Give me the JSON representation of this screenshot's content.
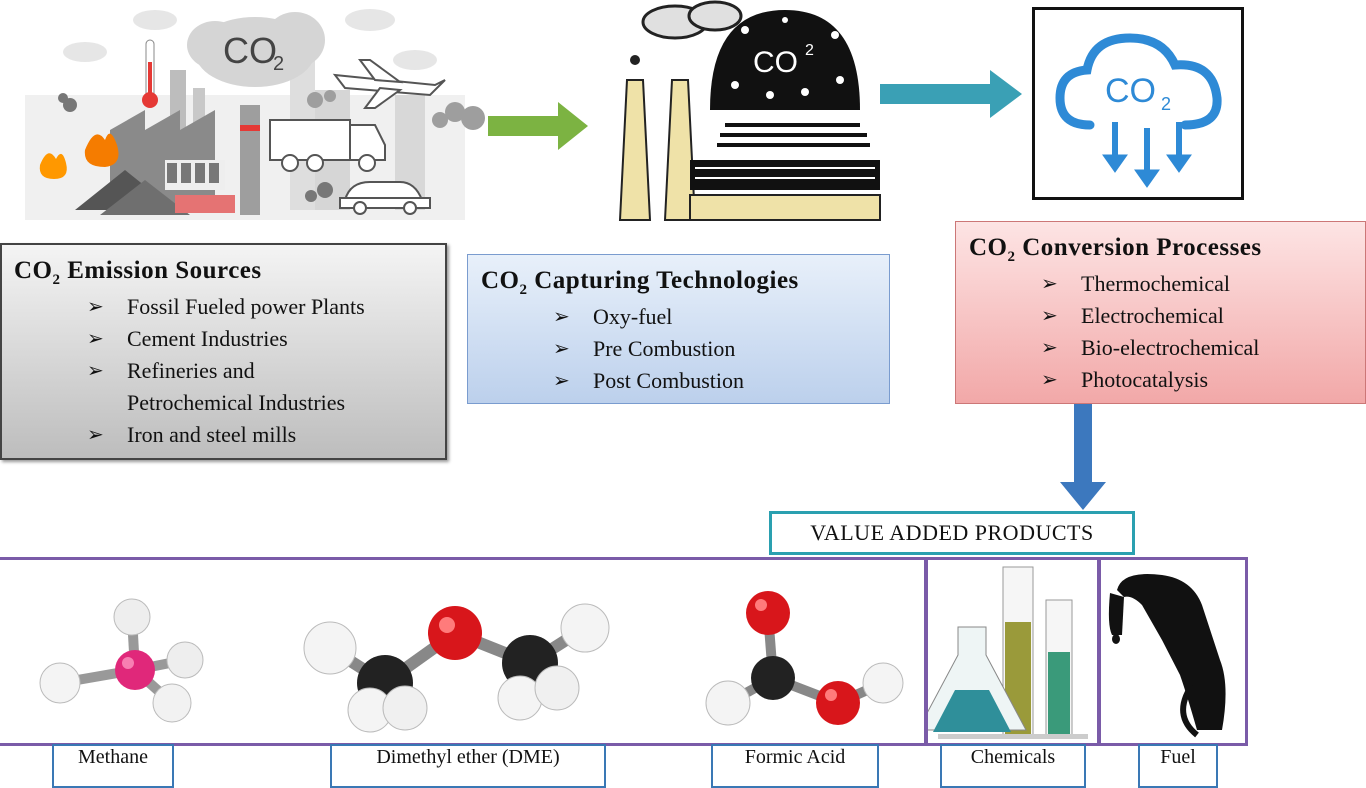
{
  "emission": {
    "title_prefix": "CO",
    "title_sub": "2",
    "title_rest": " Emission  Sources",
    "items": [
      "Fossil Fueled power Plants",
      "Cement Industries",
      "Refineries and",
      "Iron and steel mills"
    ],
    "item_continuation": "Petrochemical Industries"
  },
  "capture": {
    "title_prefix": "CO",
    "title_sub": "2",
    "title_rest": " Capturing  Technologies",
    "items": [
      "Oxy-fuel",
      "Pre Combustion",
      "Post Combustion"
    ]
  },
  "conversion": {
    "title_prefix": "CO",
    "title_sub": "2",
    "title_rest": " Conversion  Processes",
    "items": [
      "Thermochemical",
      "Electrochemical",
      "Bio-electrochemical",
      "Photocatalysis"
    ]
  },
  "bullet_glyph": "➢",
  "illus": {
    "emission_cloud": "CO",
    "emission_cloud_sub": "2",
    "capture_dome": "CO",
    "capture_dome_sup": "2",
    "conversion_cloud": "CO",
    "conversion_cloud_sub": "2"
  },
  "value_added": {
    "label": "VALUE ADDED PRODUCTS"
  },
  "products": [
    "Methane",
    "Dimethyl ether (DME)",
    "Formic Acid",
    "Chemicals",
    "Fuel"
  ],
  "colors": {
    "green_arrow": "#7cb342",
    "teal_arrow": "#3aa0b5",
    "blue_arrow": "#3c78be",
    "purple_border": "#7a5ba8",
    "cyan_border": "#2aa0b0",
    "gray_box_top": "#f2f2f2",
    "gray_box_bottom": "#bdbdbd",
    "blue_box_top": "#e6eef9",
    "blue_box_bottom": "#bcd0ec",
    "red_box_top": "#fde2e2",
    "red_box_bottom": "#f2a8a8",
    "methane_center": "#e0287a",
    "oxygen": "#d8161b",
    "carbon": "#222222",
    "hydrogen": "#f2f2f2"
  }
}
